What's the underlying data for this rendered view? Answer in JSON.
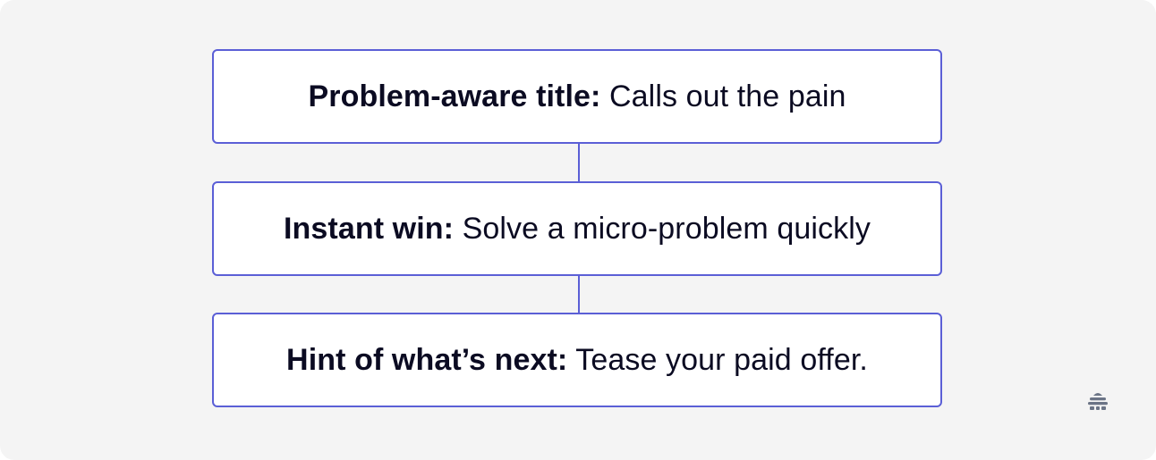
{
  "flow": {
    "steps": [
      {
        "lead": "Problem-aware title:",
        "text": " Calls out the pain"
      },
      {
        "lead": "Instant win:",
        "text": " Solve a micro-problem quickly"
      },
      {
        "lead": "Hint of what’s next:",
        "text": " Tease your paid offer."
      }
    ]
  },
  "colors": {
    "border": "#5b5fd6",
    "text": "#0b0b22",
    "background": "#f4f4f4",
    "logo": "#6b7486"
  },
  "logo": {
    "icon": "beehive-icon"
  }
}
